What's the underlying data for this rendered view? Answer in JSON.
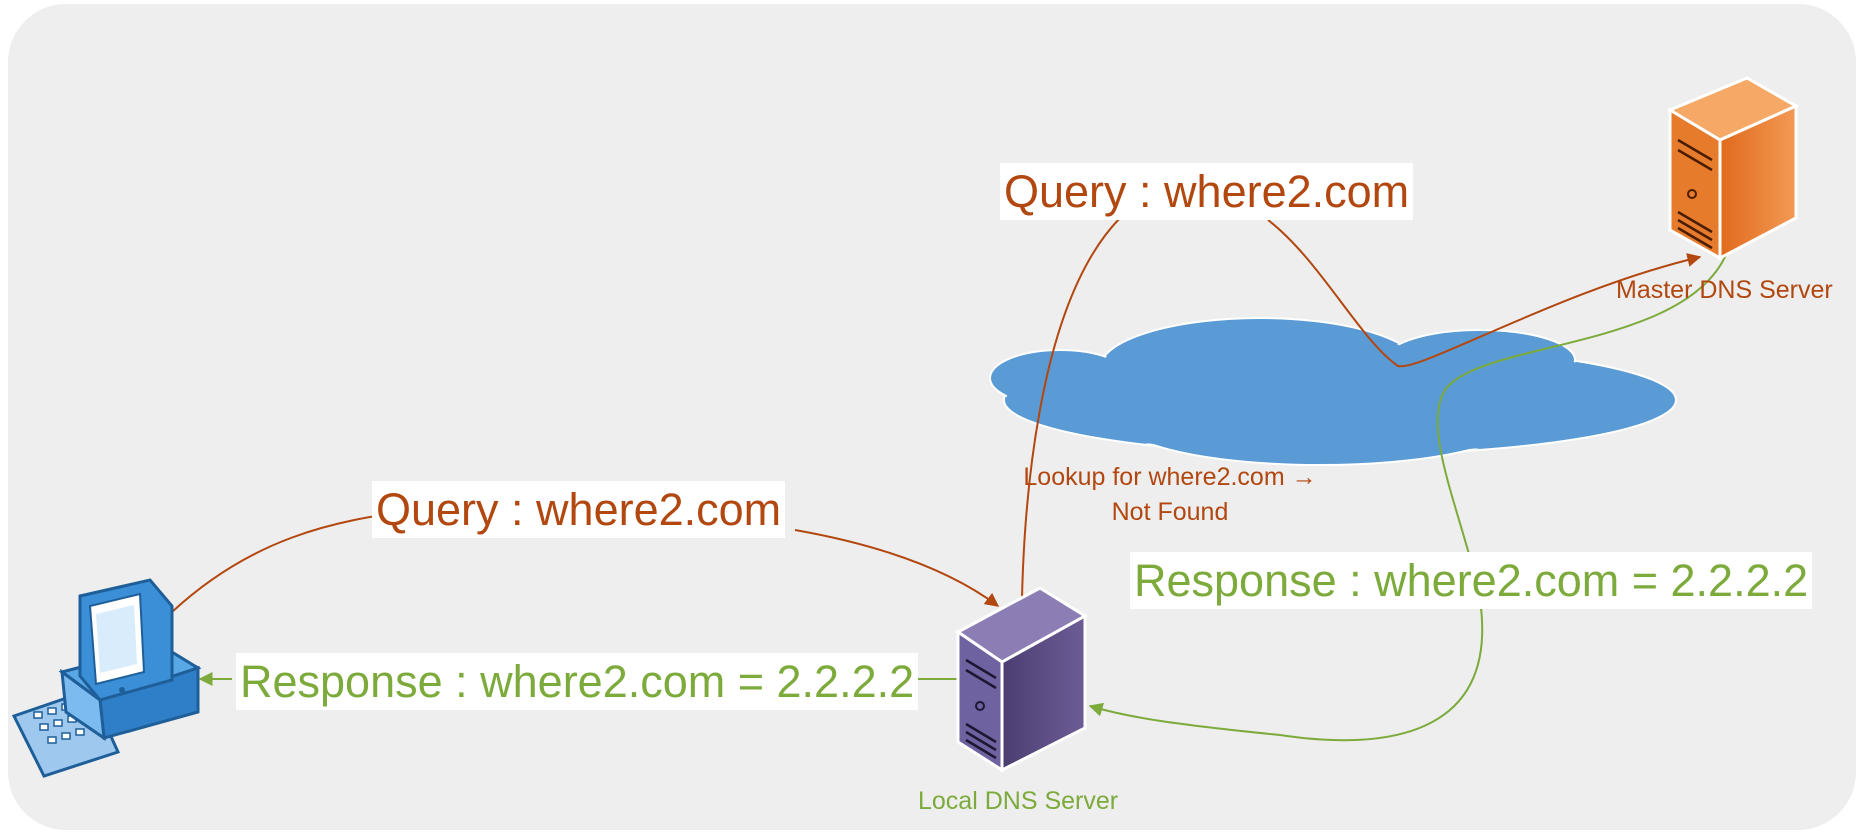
{
  "labels": {
    "query_top": "Query : where2.com",
    "query_left": "Query : where2.com",
    "response_right": "Response : where2.com = 2.2.2.2",
    "response_left": "Response : where2.com = 2.2.2.2",
    "lookup_line1": "Lookup for where2.com →",
    "lookup_line2": "Not Found",
    "master_dns": "Master DNS Server",
    "local_dns": "Local DNS Server"
  },
  "colors": {
    "query": "#b2470f",
    "response": "#7caa3b",
    "cloud": "#5b9bd5",
    "master_server": "#f08a3a",
    "local_server": "#5a4a7f",
    "client": "#3a8fd6",
    "background": "#eeeeee"
  },
  "icons": [
    "client-computer-icon",
    "local-server-icon",
    "master-server-icon",
    "internet-cloud-icon"
  ]
}
